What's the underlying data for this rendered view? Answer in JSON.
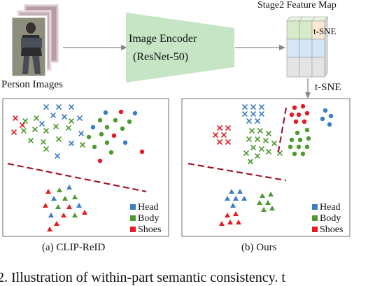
{
  "labels": {
    "person_images": "Person Images",
    "encoder_line1": "Image Encoder",
    "encoder_line2": "(ResNet-50)",
    "feature_map": "Stage2 Feature Map",
    "tsne": "t-SNE",
    "caption_a": "(a) CLIP-ReID",
    "caption_b": "(b) Ours",
    "figure_caption_fragment": "2. Illustration of within-part semantic consistency. t"
  },
  "legend": [
    {
      "label": "Head",
      "color": "#3b7dc4"
    },
    {
      "label": "Body",
      "color": "#4f9a2f"
    },
    {
      "label": "Shoes",
      "color": "#e31b23"
    }
  ],
  "colors": {
    "blue": "#3b7dc4",
    "green": "#4f9a2f",
    "red": "#e31b23",
    "boundary": "#a3152a",
    "encoder_fill": "#c5e5c4",
    "arrow": "#888888"
  }
}
